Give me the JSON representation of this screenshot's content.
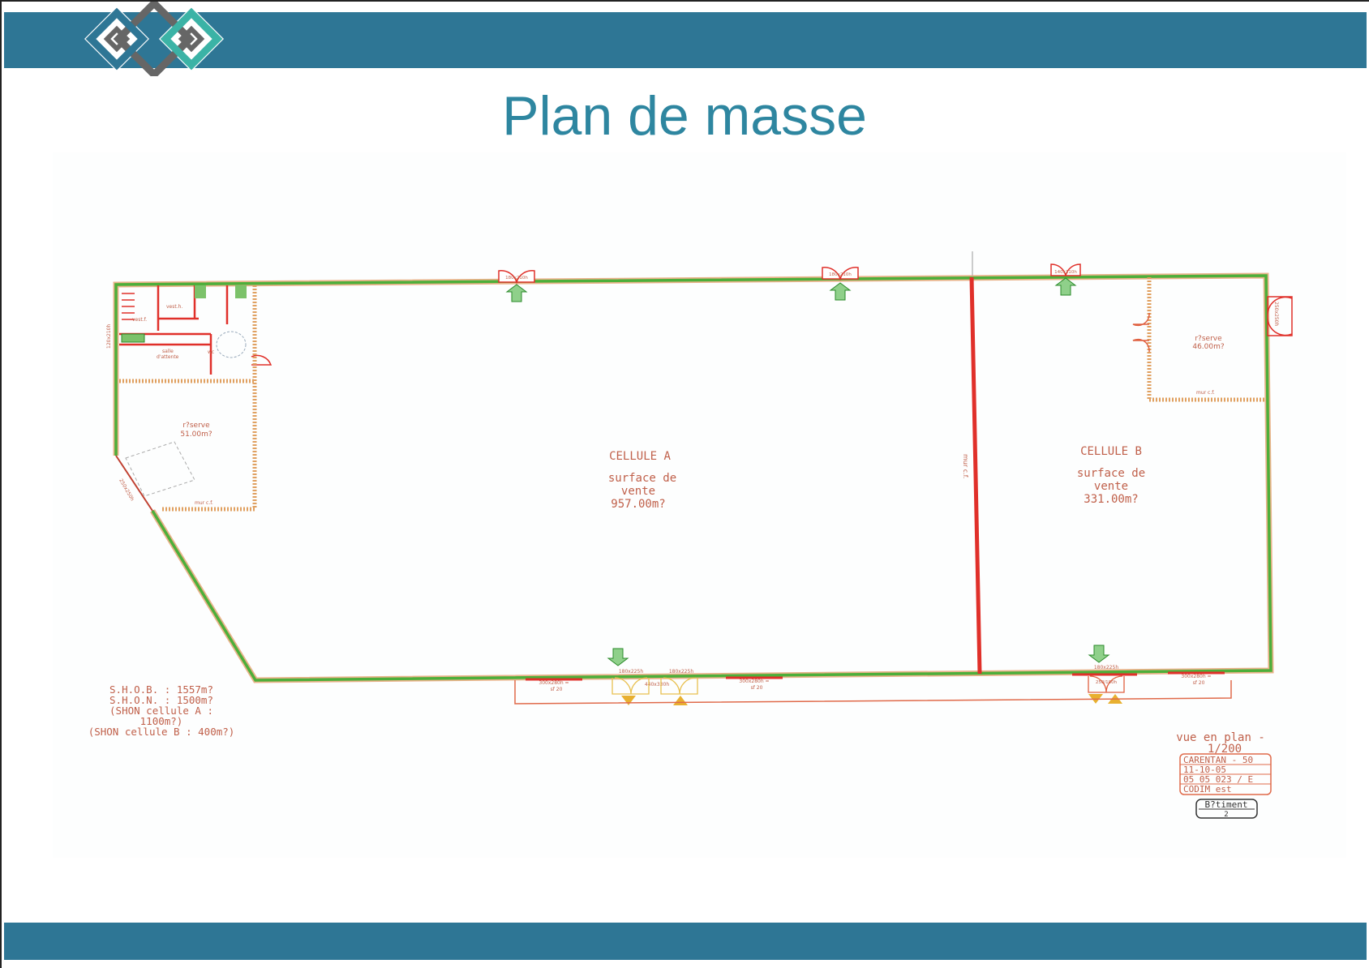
{
  "header": {
    "title": "Plan de masse",
    "logo": "four-diamonds-logo"
  },
  "colors": {
    "band": "#2e7695",
    "title": "#2e86a0",
    "wall": "#4caf3a",
    "red": "#e0302a",
    "annotation": "#c0604a"
  },
  "plan": {
    "cellule_a": {
      "name": "CELLULE A",
      "line1": "surface de",
      "line2": "vente",
      "area": "957.00m?"
    },
    "cellule_b": {
      "name": "CELLULE B",
      "line1": "surface de",
      "line2": "vente",
      "area": "331.00m?"
    },
    "reserve_a": {
      "name": "r?serve",
      "area": "51.00m?"
    },
    "reserve_b": {
      "name": "r?serve",
      "area": "46.00m?"
    },
    "rooms": {
      "vest_f": "vest.f.",
      "vest_h": "vest.h.",
      "salle": "salle",
      "attente": "d'attente",
      "wc": "wc",
      "mur_cf": "mur c.f.",
      "mur_cf_mid": "mur c.f."
    },
    "doors": {
      "top1": "180x210h",
      "top2": "180x210h",
      "top3": "140x210h",
      "right": "250x250h",
      "bottom1": "180x225h",
      "bottom2": "180x225h",
      "bottom_mid": "440x330h",
      "bottom3": "180x225h",
      "bottom3_split": "250/100h",
      "left": "120x210h",
      "diag": "250x250h",
      "sf1": "300x280h =",
      "sf1b": "sf 20",
      "sf2": "300x280h =",
      "sf2b": "sf 20",
      "sf3": "300x280h =",
      "sf3b": "sf 20"
    },
    "notes": [
      "S.H.O.B. : 1557m?",
      "S.H.O.N. : 1500m?",
      "(SHON cellule A :",
      "1100m?)",
      "(SHON cellule B : 400m?)"
    ],
    "title_block": {
      "view": "vue en plan -",
      "scale": "1/200",
      "rows": [
        "CARENTAN - 50",
        "11-10-05",
        "05 05 023 / E",
        "CODIM est"
      ],
      "building": "B?timent",
      "building_no": "2"
    }
  }
}
